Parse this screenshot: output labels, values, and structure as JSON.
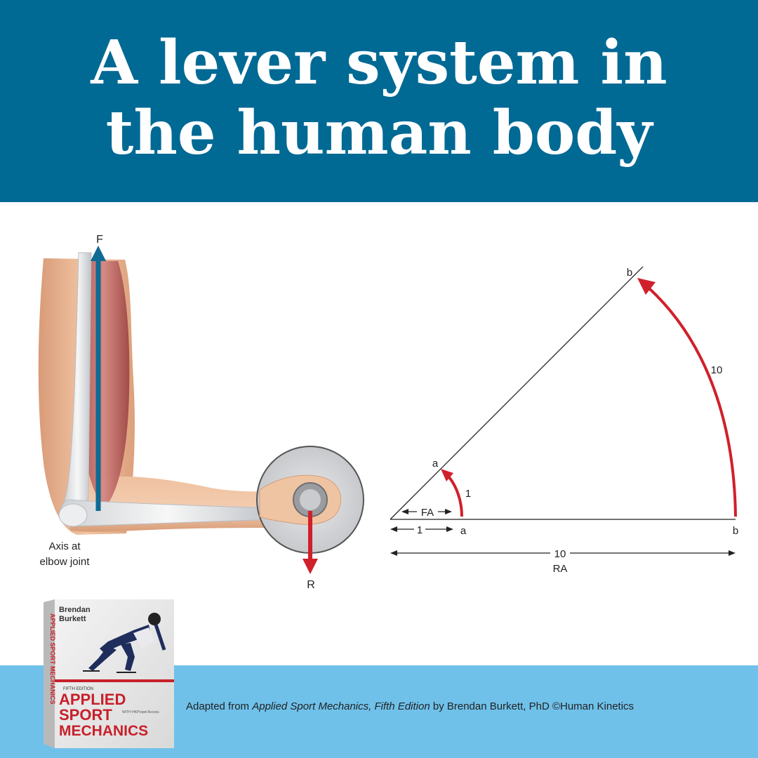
{
  "title": {
    "line1": "A lever system in",
    "line2": "the human body"
  },
  "arm": {
    "force_label": "F",
    "resistance_label": "R",
    "axis_label_line1": "Axis at",
    "axis_label_line2": "elbow joint"
  },
  "geometry_diagram": {
    "point_a_upper": "a",
    "point_b_upper": "b",
    "point_a_lower": "a",
    "point_b_lower": "b",
    "arc_small_label": "1",
    "arc_large_label": "10",
    "fa_label": "FA",
    "fa_value": "1",
    "ra_value": "10",
    "ra_label": "RA"
  },
  "credit": {
    "prefix": "Adapted from ",
    "book_title": "Applied Sport Mechanics, Fifth Edition",
    "suffix": " by Brendan Burkett, PhD ©Human Kinetics"
  },
  "book_cover": {
    "author_line1": "Brendan",
    "author_line2": "Burkett",
    "edition": "FIFTH EDITION",
    "title_line1": "APPLIED",
    "title_line2": "SPORT",
    "title_line3": "MECHANICS",
    "spine_text": "APPLIED SPORT MECHANICS",
    "access_note": "WITH HKPropel Access"
  },
  "colors": {
    "header_bg": "#006994",
    "footer_bg": "#6fc1ea",
    "force_arrow": "#0f6a94",
    "resistance_arrow": "#d0202b",
    "book_red": "#c8202a"
  }
}
